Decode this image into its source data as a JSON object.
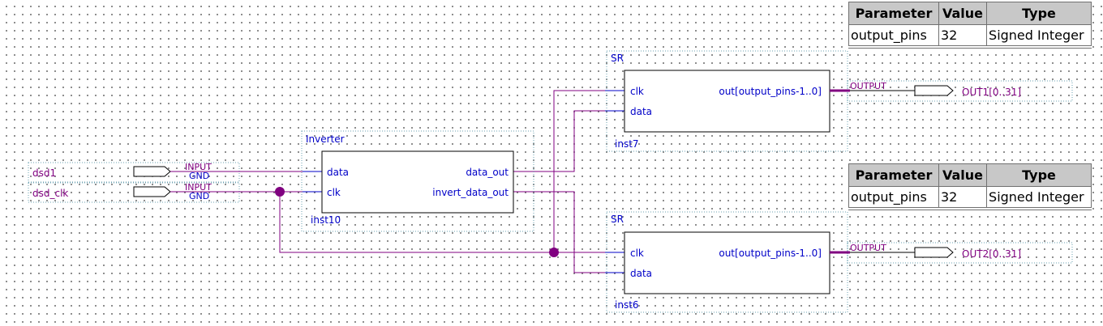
{
  "colors": {
    "wire": "#800080",
    "pin_label": "#800080",
    "port_label": "#0000c8",
    "title_label": "#0000c8",
    "block_border": "#000000",
    "frame_border": "#6aa0b0",
    "table_header_bg": "#c8c8c8"
  },
  "inputs": [
    {
      "name": "dsd1",
      "io_type": "INPUT",
      "default": "GND"
    },
    {
      "name": "dsd_clk",
      "io_type": "INPUT",
      "default": "GND"
    }
  ],
  "outputs": [
    {
      "name": "OUT1[0..31]",
      "io_type": "OUTPUT"
    },
    {
      "name": "OUT2[0..31]",
      "io_type": "OUTPUT"
    }
  ],
  "blocks": {
    "inverter": {
      "title": "Inverter",
      "instance": "inst10",
      "ports_in": [
        "data",
        "clk"
      ],
      "ports_out": [
        "data_out",
        "invert_data_out"
      ]
    },
    "sr_top": {
      "title": "SR",
      "instance": "inst7",
      "ports_in": [
        "clk",
        "data"
      ],
      "port_out": "out[output_pins-1..0]"
    },
    "sr_bottom": {
      "title": "SR",
      "instance": "inst6",
      "ports_in": [
        "clk",
        "data"
      ],
      "port_out": "out[output_pins-1..0]"
    }
  },
  "param_tables": [
    {
      "headers": [
        "Parameter",
        "Value",
        "Type"
      ],
      "rows": [
        [
          "output_pins",
          "32",
          "Signed Integer"
        ]
      ]
    },
    {
      "headers": [
        "Parameter",
        "Value",
        "Type"
      ],
      "rows": [
        [
          "output_pins",
          "32",
          "Signed Integer"
        ]
      ]
    }
  ]
}
